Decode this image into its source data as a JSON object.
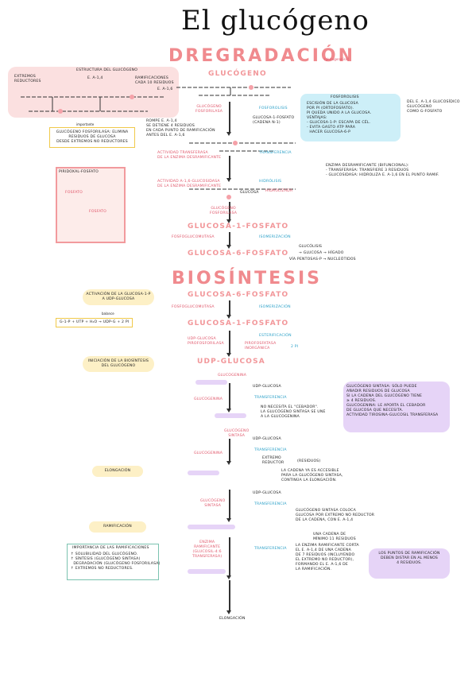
{
  "title": "El glucógeno",
  "degr": {
    "heading": "DREGRADACIÓN",
    "hint": "(glucogenolisis)",
    "glycogen": "GLUCÓGENO",
    "struct": {
      "title": "estructura del glucógeno",
      "ext": "extremos\nreductores",
      "e14": "E. α-1,4",
      "ram": "ramificaciones\ncada 10 residuos",
      "e16": "E. α-1,6"
    },
    "imp": {
      "label": "importante",
      "text": "glucógeno fosforilasa: elimina\nresiduos de glucosa\ndesde extremos no reductores"
    },
    "gf": "glucógeno\nfosforilasa",
    "fosforolisis": "fosforolisis",
    "rompe": "rompe e. α-1,4\nse detiene 4 residuos\nen cada punto de ramificación\nantes del e. α-1,6",
    "g1p_chain": "glucosa-1-fosfato\n(cadena n-1)",
    "fosfo": {
      "title": "fosforolisis",
      "text": "escisión de la glucosa\npor Pi (ortofosfato).\nPi queda unido a la glucosa.\nventajas:\n- glucosa-1-P: escapa de cél.\n- evita gasto ATP para\n  hacer glucosa-6-P"
    },
    "fosfo_side": "del e. α-1,4 glucosídico\nglucógeno\ncomo g-fosfato",
    "piri": {
      "title": "piridoxal-fosfato",
      "f1": "fosfato",
      "f2": "fosfato"
    },
    "enzima": "enzima desramificante (bifuncional):\n- transferasa: transfiere 3 residuos\n- glucosidasa: hidroliza e. α-1,6 en el punto ramif.",
    "transfer_label": "actividad transferasa\nde la enzima desramificante",
    "transferencia": "transferencia",
    "gluco_label": "actividad α-1,6-glucosidasa\nde la enzima desramificante",
    "hidrolisis": "hidrólisis",
    "glucosa": "glucosa",
    "hidrolizada": "hidrolizada",
    "gf2": "glucógeno\nfosforilasa",
    "g1p": "GLUCOSA-1-FOSFATO",
    "pgm": "fosfoglucomutasa",
    "isom": "isomerización",
    "g6p": "GLUCOSA-6-FOSFATO",
    "gl": "glucólisis",
    "glp": "→ glucosa → hígado",
    "vp": "vía pentosas-P → nucleótidos"
  },
  "bio": {
    "heading": "BIOSÍNTESIS",
    "g6p": "GLUCOSA-6-FOSFATO",
    "pgm": "fosfoglucomutasa",
    "isom": "isomerización",
    "g1p": "GLUCOSA-1-FOSFATO",
    "act": "activación de la glucosa-1-P\na UDP-glucosa",
    "bal_label": "balance",
    "bal": "G-1-P + UTP + H₂O → UDP-G + 2 Pi",
    "udpp": "udp-glucosa\npirofosforilasa",
    "est": "esterificación",
    "ppi": "pirofosfatasa\ninorgánica",
    "ppi2": "2 Pi",
    "udp": "UDP-GLUCOSA",
    "ini": "iniciación de la biosíntesis\ndel glucógeno",
    "glucogenina": "glucogenina",
    "udp_g": "udp-glucosa",
    "transf": "transferencia",
    "cebador": "no necesita el \"cebador\".\nla glucógeno sintasa se une\na la glucogenina",
    "vbox": "glucógeno sintasa: sólo puede\nañadir residuos de glucosa\nsi la cadena del glucógeno tiene\n≥ 4 residuos.\nglucogenina: le aporta el cebador\nde glucosa que necesita.\nactividad tirosina-glucosil transferasa",
    "gs": "glucógeno\nsintasa",
    "elong": "elongación",
    "ext": "extremo\nreductor",
    "res": "(residuos)",
    "cadena": "la cadena ya es accesible\npara la glucógeno sintasa,\ncontinúa la elongación.",
    "ramif": "ramificación",
    "ramif_text": "glucógeno sintasa coloca\nglucosa por extremo no reductor\nde la cadena, con e. α-1,4",
    "enz": "enzima\nramificante\n(glucosil-4:6\ntransferasa)",
    "cad": "una cadena de\nmínimo 11 residuos",
    "ramif2": "la enzima ramificante corta\nel e. α-1,4 de una cadena\nde 7 residuos (incluyendo\nel extremo no reductor),\nformando el e. α-1,6 de\nla ramificación.",
    "pts": "los puntos de ramificación\ndeben distar en al menos\n4 residuos.",
    "imp_title": "importancia de las ramificaciones",
    "imp": "↑ solubilidad del glucógeno.\n↑ síntesis (glucógeno sintasa)\n  degradación (glucógeno fosforilasa)\n↑ extremos no reductores.",
    "final": "elongación"
  }
}
